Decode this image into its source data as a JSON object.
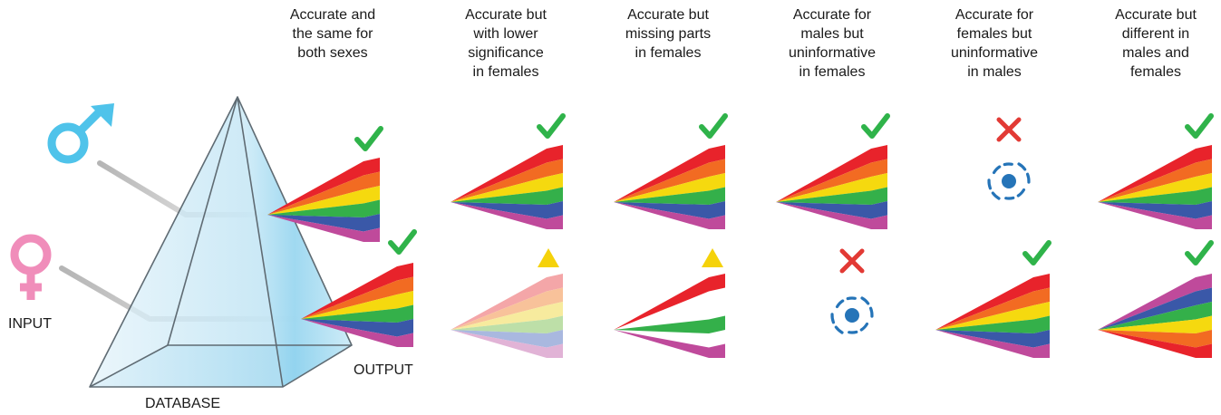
{
  "columns": [
    {
      "label": "Accurate and\nthe same for\nboth sexes",
      "male": "rainbow",
      "female": "rainbow",
      "male_mark": "check",
      "female_mark": "check"
    },
    {
      "label": "Accurate but\nwith lower\nsignificance\nin females",
      "male": "rainbow",
      "female": "faded",
      "male_mark": "check",
      "female_mark": "warning"
    },
    {
      "label": "Accurate but\nmissing parts\nin females",
      "male": "rainbow",
      "female": "partial",
      "male_mark": "check",
      "female_mark": "warning"
    },
    {
      "label": "Accurate for\nmales but\nuninformative\nin females",
      "male": "rainbow",
      "female": "none",
      "male_mark": "check",
      "female_mark": "cross"
    },
    {
      "label": "Accurate for\nfemales but\nuninformative\nin males",
      "male": "none",
      "female": "rainbow",
      "male_mark": "cross",
      "female_mark": "check"
    },
    {
      "label": "Accurate but\ndifferent in\nmales and\nfemales",
      "male": "rainbow",
      "female": "reversed",
      "male_mark": "check",
      "female_mark": "check"
    }
  ],
  "labels": {
    "input": "INPUT",
    "output": "OUTPUT",
    "database": "DATABASE"
  },
  "icons": {
    "male": "male-symbol-icon",
    "female": "female-symbol-icon",
    "check": "check-icon",
    "cross": "cross-icon",
    "warning": "warning-triangle-icon",
    "uninformative": "scattered-dot-icon"
  },
  "colors": {
    "male_symbol": "#4fc3ea",
    "female_symbol": "#f08dba",
    "check": "#2fb34a",
    "cross": "#e23a35",
    "warning": "#f5d20a",
    "dot": "#2574b8",
    "rainbow": [
      "#e8232b",
      "#f26b22",
      "#f5d90f",
      "#34b04a",
      "#3a58a8",
      "#bf4a9b"
    ],
    "faded": [
      "#f4a6a8",
      "#f8c29a",
      "#f7eb9e",
      "#bddfa8",
      "#a9b8df",
      "#e1b3d6"
    ]
  }
}
